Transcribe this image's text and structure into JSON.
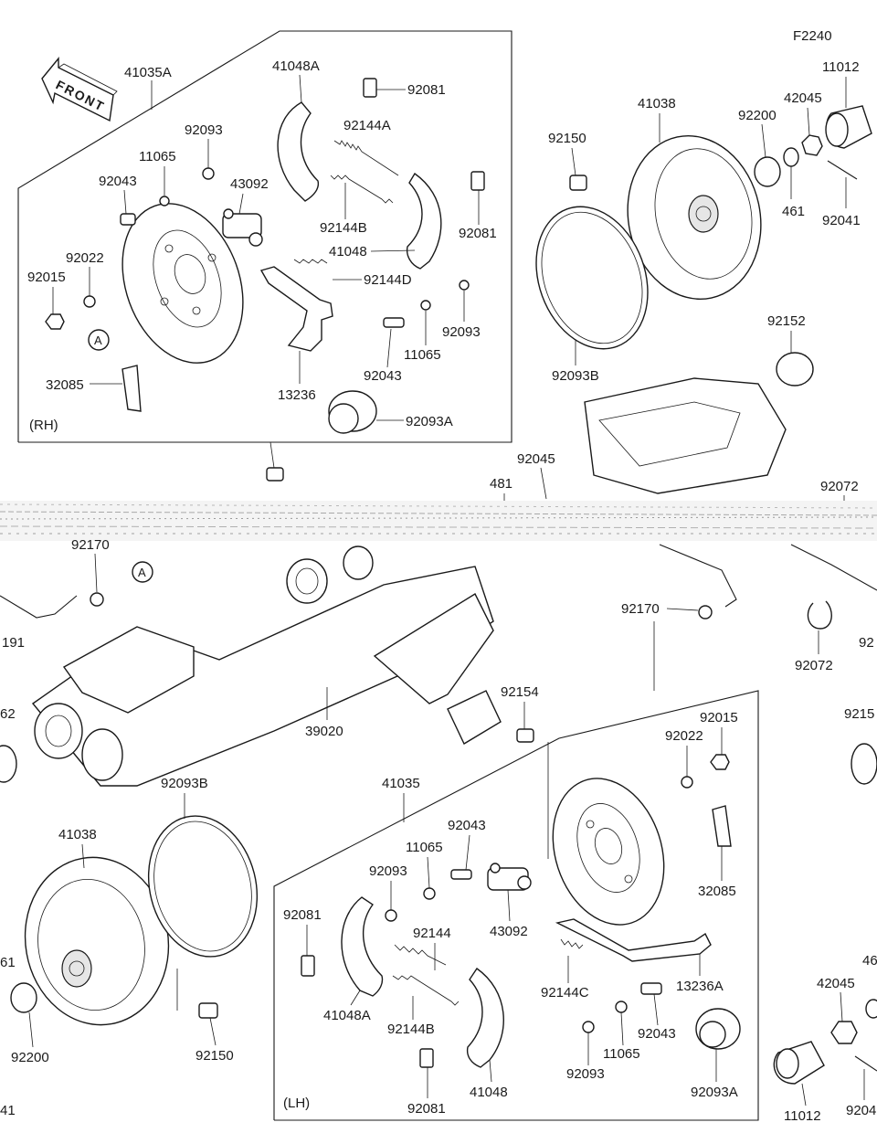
{
  "figure_code": "F2240",
  "front_label": "FRONT",
  "rh_label": "(RH)",
  "lh_label": "(LH)",
  "ref_a": "A",
  "callouts": {
    "c41035A": "41035A",
    "c41048A_rh": "41048A",
    "c92081_rh1": "92081",
    "c92093_rh1": "92093",
    "c92144A": "92144A",
    "c11065_rh1": "11065",
    "c92043_rh1": "92043",
    "c43092_rh": "43092",
    "c92144B_rh": "92144B",
    "c92081_rh2": "92081",
    "c41048_rh": "41048",
    "c92022_rh": "92022",
    "c92015_rh": "92015",
    "c92144D": "92144D",
    "c92093_rh2": "92093",
    "c11065_rh2": "11065",
    "c92043_rh2": "92043",
    "c32085_rh": "32085",
    "c13236": "13236",
    "c92093A_rh": "92093A",
    "c41038_top": "41038",
    "c92200_top": "92200",
    "c42045_top": "42045",
    "c11012_top": "11012",
    "c92150_top": "92150",
    "c461_top": "461",
    "c92041_top": "92041",
    "c92093B_top": "92093B",
    "c92152_top": "92152",
    "c92045": "92045",
    "c481": "481",
    "c92072_top": "92072",
    "c92170_left": "92170",
    "c191_left": "191",
    "c62_left": "62",
    "c39020": "39020",
    "c92154": "92154",
    "c92170_mid": "92170",
    "c92072_right": "92072",
    "c92_right": "92",
    "c9215_right": "9215",
    "c92093B_bot": "92093B",
    "c41038_bot": "41038",
    "c61_left": "61",
    "c92200_bot": "92200",
    "c92150_bot": "92150",
    "c41_left": "41",
    "c41035": "41035",
    "c92043_lh1": "92043",
    "c11065_lh1": "11065",
    "c92093_lh1": "92093",
    "c92081_lh1": "92081",
    "c92144": "92144",
    "c43092_lh": "43092",
    "c41048A_lh": "41048A",
    "c92144B_lh": "92144B",
    "c92144C": "92144C",
    "c13236A": "13236A",
    "c92015_lh": "92015",
    "c92022_lh": "92022",
    "c32085_lh": "32085",
    "c92043_lh2": "92043",
    "c11065_lh2": "11065",
    "c92093_lh2": "92093",
    "c92081_lh2": "92081",
    "c41048_lh": "41048",
    "c92093A_lh": "92093A",
    "c42045_bot": "42045",
    "c46_right": "46",
    "c11012_bot": "11012",
    "c9204_bot": "9204"
  }
}
